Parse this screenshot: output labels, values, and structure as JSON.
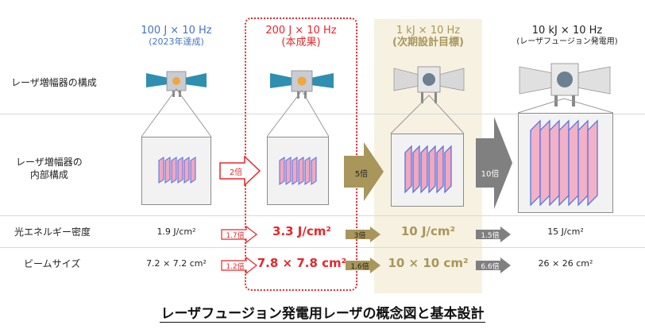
{
  "row_labels": {
    "config": "レーザ増幅器の構成",
    "internal_line1": "レーザ増幅器の",
    "internal_line2": "内部構成",
    "energy_density": "光エネルギー密度",
    "beam_size": "ビームサイズ"
  },
  "columns": [
    {
      "title": "100 J × 10 Hz",
      "subtitle": "(2023年達成)",
      "energy_density": "1.9 J/cm²",
      "beam_size": "7.2 × 7.2 cm²",
      "color": "#4472c4"
    },
    {
      "title": "200 J × 10 Hz",
      "subtitle": "(本成果)",
      "energy_density": "3.3 J/cm²",
      "beam_size": "7.8 × 7.8 cm²",
      "color": "#e8262b"
    },
    {
      "title": "1 kJ × 10 Hz",
      "subtitle": "(次期設計目標)",
      "energy_density": "10 J/cm²",
      "beam_size": "10 × 10 cm²",
      "color": "#a8965a"
    },
    {
      "title": "10 kJ × 10 Hz",
      "subtitle": "(レーザフュージョン発電用)",
      "energy_density": "15 J/cm²",
      "beam_size": "26 × 26 cm²",
      "color": "#222222"
    }
  ],
  "multipliers": {
    "internal": [
      "2倍",
      "5倍",
      "10倍"
    ],
    "energy_density": [
      "1.7倍",
      "3倍",
      "1.5倍"
    ],
    "beam_size": [
      "1.2倍",
      "1.6倍",
      "6.6倍"
    ]
  },
  "caption": "レーザフュージョン発電用レーザの概念図と基本設計",
  "colors": {
    "blue": "#4472c4",
    "red": "#e8262b",
    "gold": "#a8965a",
    "gold_bg": "#f6f1e1",
    "gray": "#808080",
    "slab_pink": "#f2a6c0",
    "slab_blue": "#4a6fe0"
  }
}
